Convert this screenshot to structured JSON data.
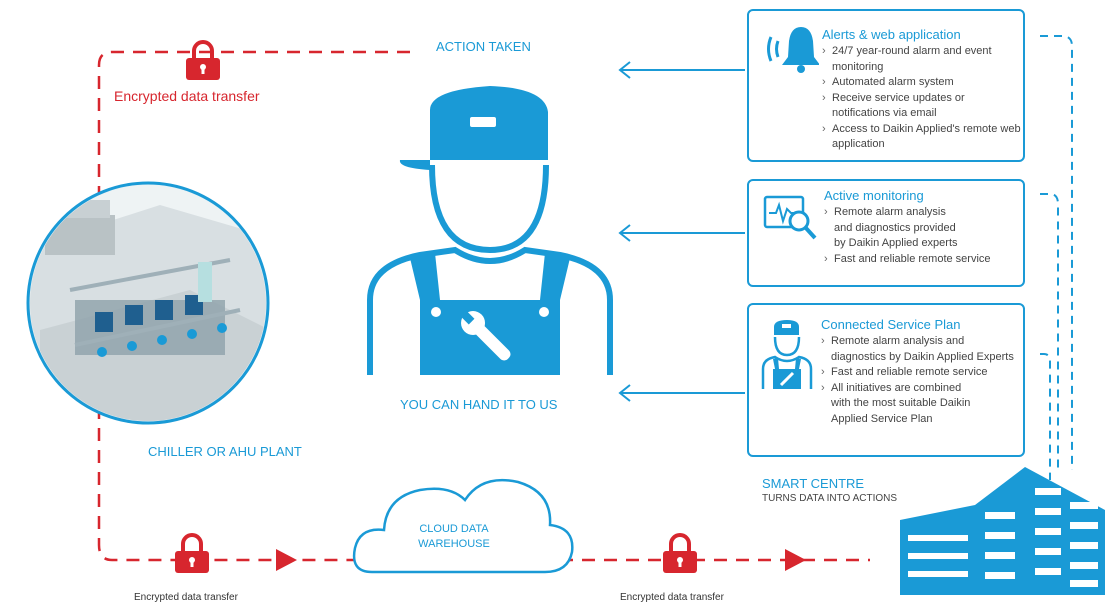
{
  "labels": {
    "action_taken": "ACTION TAKEN",
    "encrypted_top": "Encrypted data transfer",
    "you_can_hand": "YOU CAN HAND IT TO US",
    "chiller_plant": "CHILLER OR AHU PLANT",
    "cloud": "CLOUD DATA WAREHOUSE",
    "smart_centre": "SMART CENTRE",
    "smart_centre_sub": "TURNS DATA INTO ACTIONS",
    "encrypted_bottom_left": "Encrypted data transfer",
    "encrypted_bottom_right": "Encrypted data transfer"
  },
  "boxes": [
    {
      "title": "Alerts & web application",
      "icon": "bell-icon",
      "items": [
        "24/7 year-round alarm and event monitoring",
        "Automated alarm system",
        "Receive service updates or notifications via email",
        "Access to Daikin Applied's remote web application"
      ]
    },
    {
      "title": "Active monitoring",
      "icon": "monitor-magnifier-icon",
      "items": [
        "Remote alarm analysis and diagnostics provided by Daikin Applied experts",
        "Fast and reliable remote service"
      ]
    },
    {
      "title": "Connected Service Plan",
      "icon": "technician-icon",
      "items": [
        "Remote alarm analysis and diagnostics  by Daikin Applied Experts",
        "Fast and reliable remote service",
        "All initiatives are combined with the most suitable Daikin Applied Service Plan"
      ]
    }
  ],
  "colors": {
    "blue": "#1a9ad6",
    "red": "#d7262e"
  }
}
